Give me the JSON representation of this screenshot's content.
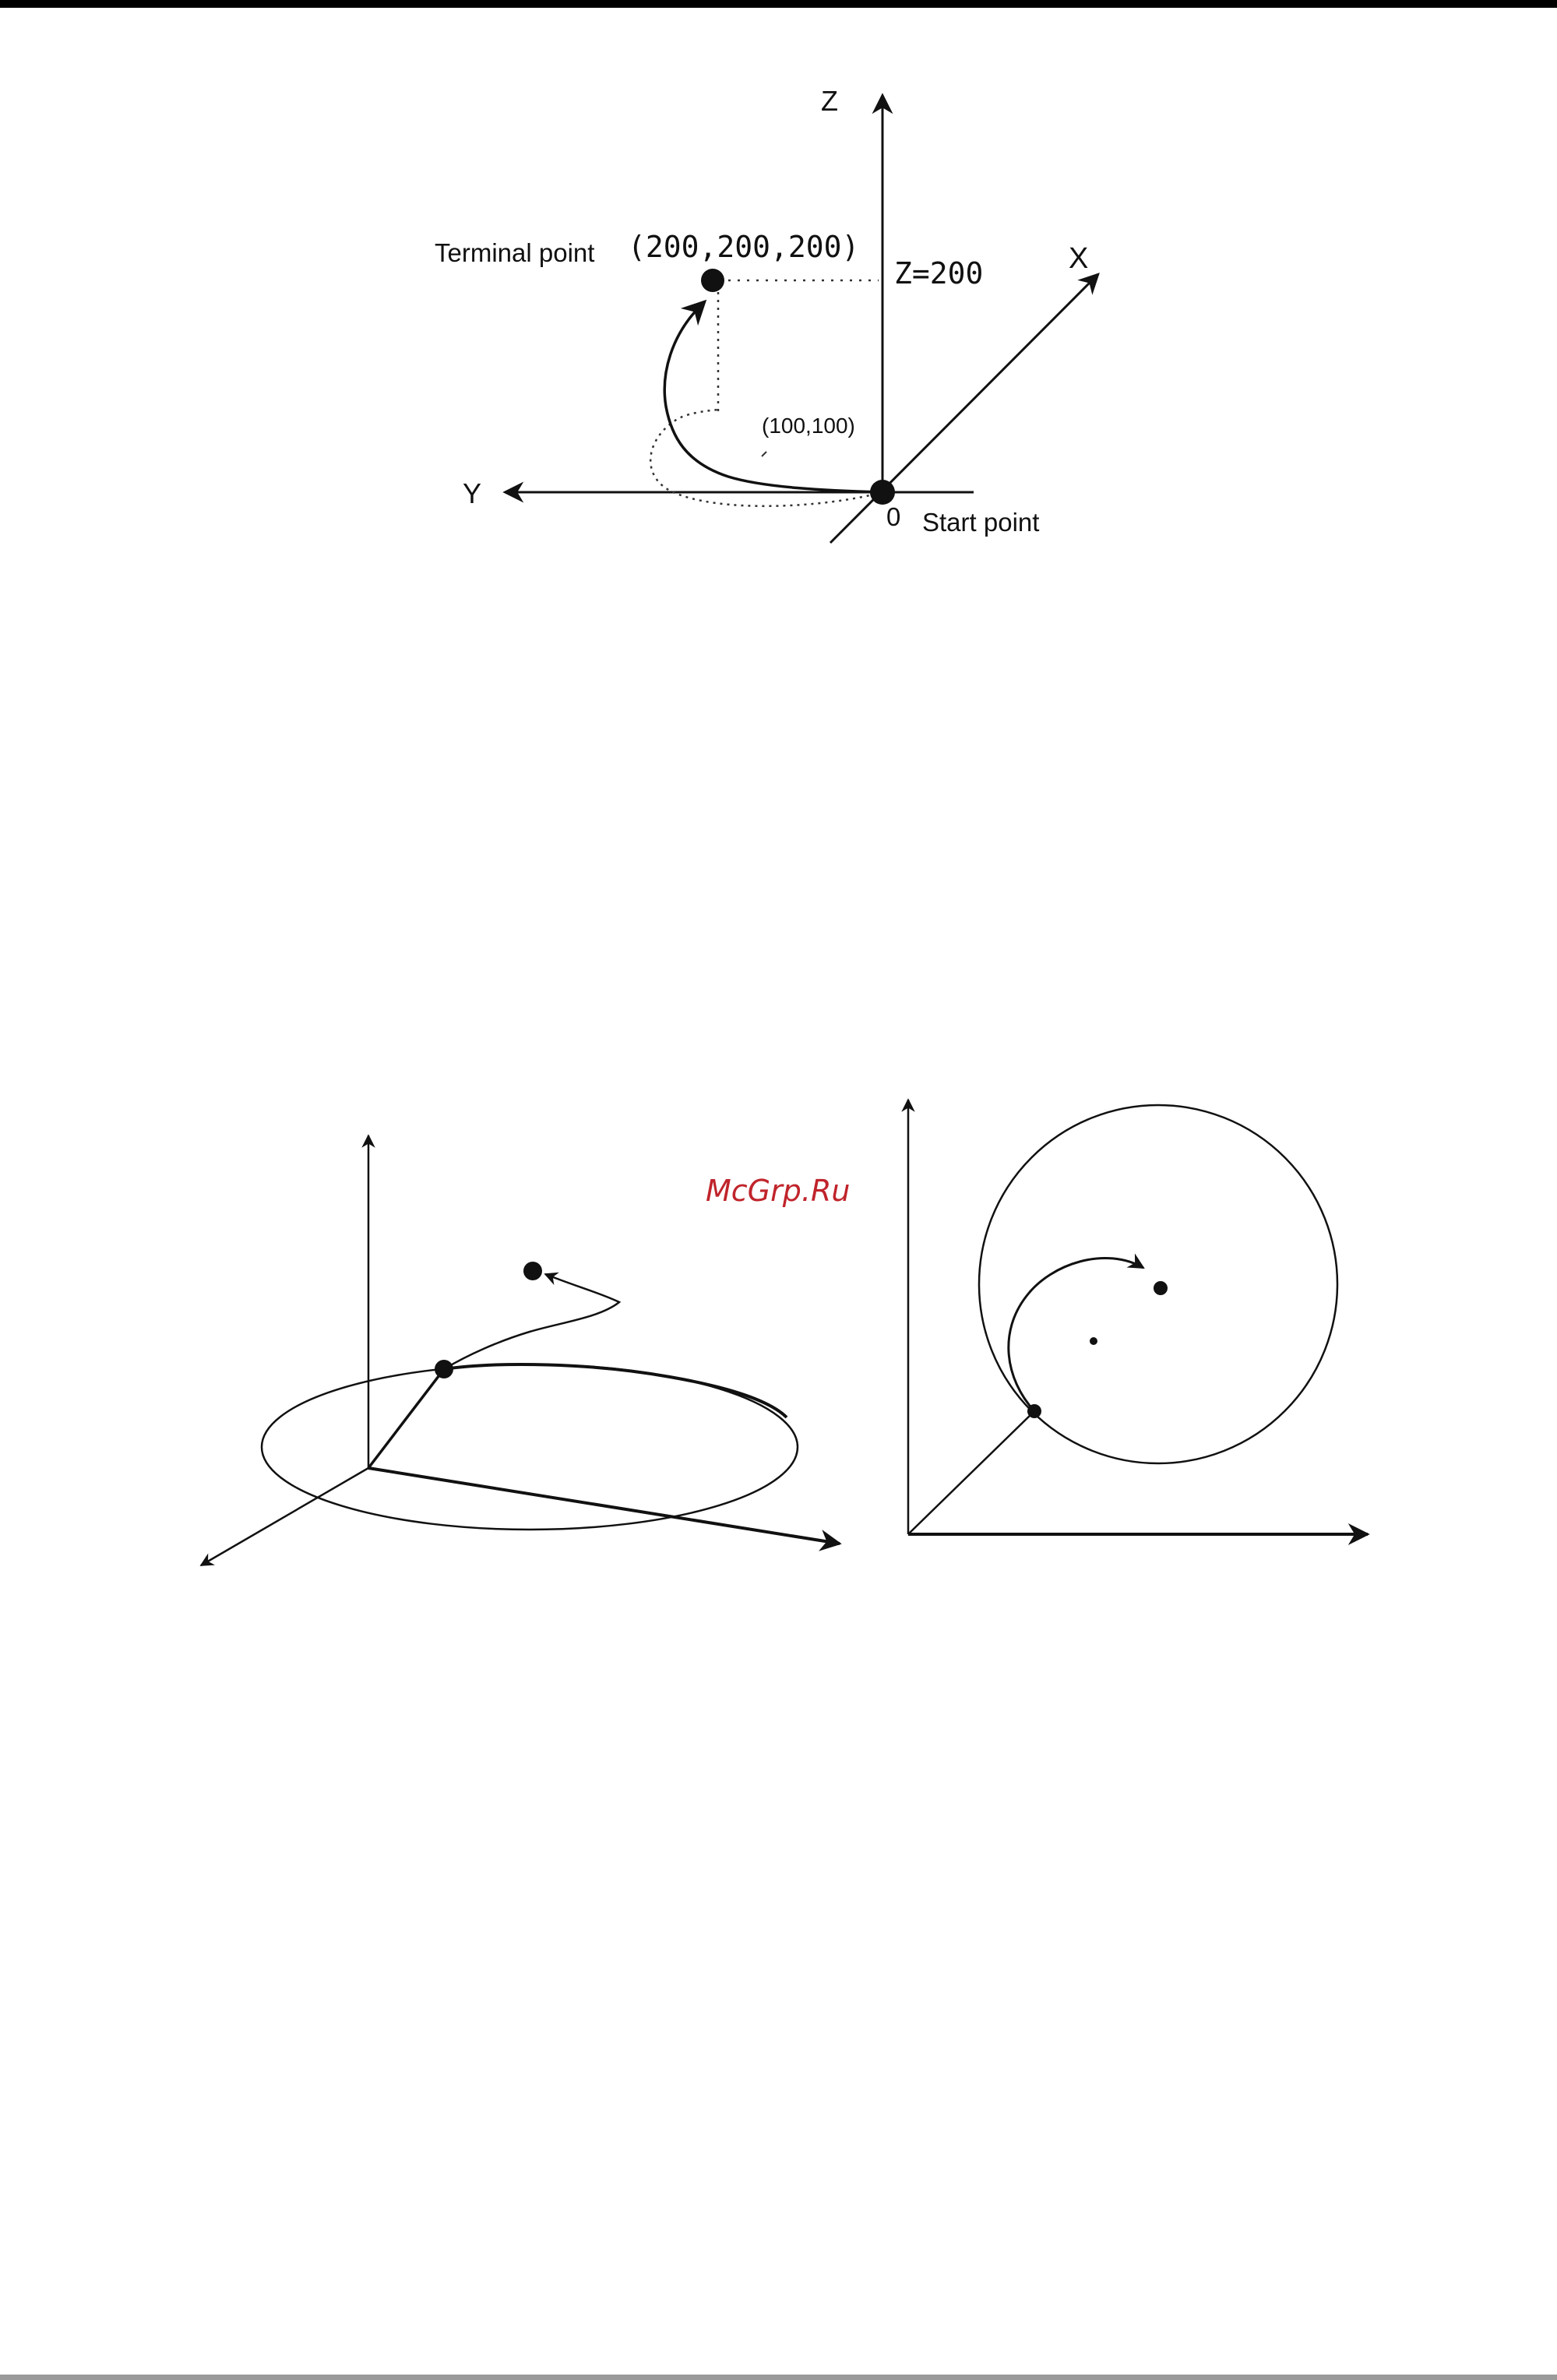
{
  "diagram1": {
    "axis_z": "Z",
    "axis_x": "X",
    "axis_y": "Y",
    "terminal_label": "Terminal point",
    "terminal_coords": "(200,200,200)",
    "z_level": "Z=200",
    "center_label": "(100,100)",
    "origin_label": "0",
    "start_label": "Start point"
  },
  "watermark": {
    "text": "McGrp.Ru",
    "color": "#c0242b"
  },
  "colors": {
    "ink": "#111111",
    "top_rule": "#000000",
    "bottom_rule": "#9a9a9a"
  }
}
